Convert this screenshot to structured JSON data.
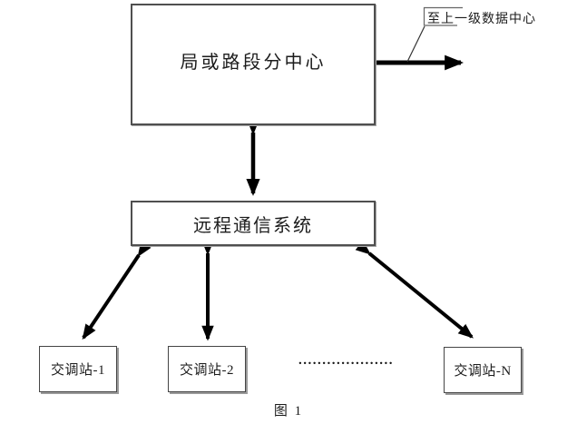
{
  "diagram": {
    "top_box": {
      "label": "局或路段分中心"
    },
    "middle_box": {
      "label": "远程通信系统"
    },
    "stations": [
      {
        "label": "交调站-1"
      },
      {
        "label": "交调站-2"
      },
      {
        "label": "交调站-N"
      }
    ],
    "external_label": "至上一级数据中心",
    "ellipsis": "....................",
    "caption": "图 1",
    "colors": {
      "arrow": "#000000",
      "box_border": "#4f4f4f",
      "background": "#ffffff"
    }
  }
}
